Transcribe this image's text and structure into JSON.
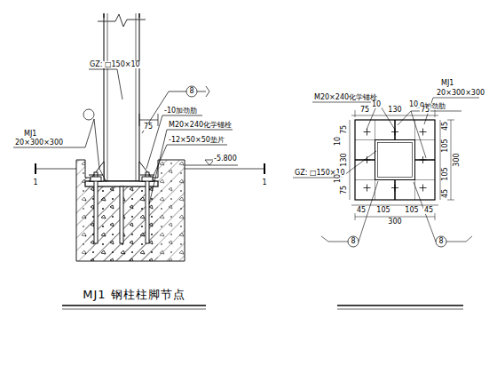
{
  "diagram": {
    "title": "MJ1 钢柱柱脚节点",
    "labels": [
      "GZ: □150×10",
      "8",
      "-10加劲肋",
      "75",
      "M20×240化学锚栓",
      "-12×50×50垫片",
      "-5.800",
      "MJ1",
      "20×300×300",
      "1",
      "1",
      "MJ1",
      "20×300×300",
      "M20×240化学锚栓",
      "-10加劲肋",
      "GZ: □150×10",
      "75",
      "10",
      "130",
      "10",
      "75",
      "75",
      "10",
      "130",
      "10",
      "75",
      "45",
      "105",
      "105",
      "45",
      "300",
      "45",
      "105",
      "105",
      "45",
      "300",
      "8",
      "8"
    ]
  }
}
